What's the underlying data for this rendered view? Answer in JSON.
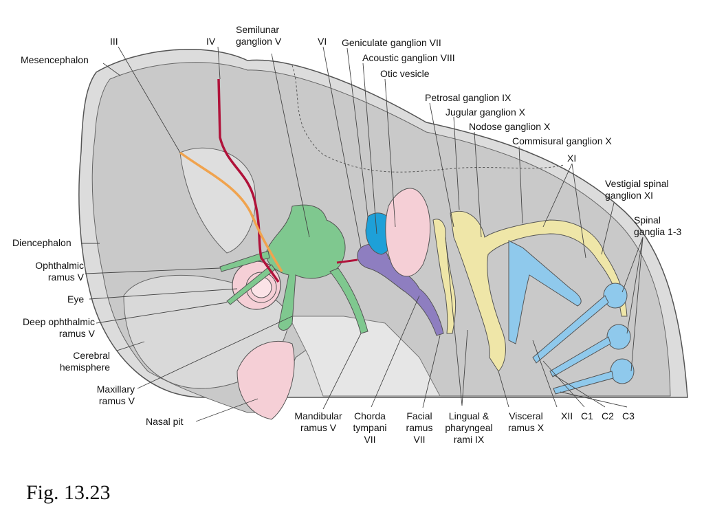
{
  "figure": {
    "caption": "Fig. 13.23",
    "colors": {
      "background_region": "#c9c9c9",
      "outer_rim": "#dcdcdc",
      "trigeminal_green": "#7fc88f",
      "facial_purple": "#8e7ec0",
      "acoustic_blue": "#1ea0d8",
      "otic_pink": "#f5cfd6",
      "vagus_yellow": "#efe6a8",
      "spinal_blue": "#8fc9ec",
      "cn_IV_red": "#b0123a",
      "cn_III_orange": "#f0a34e"
    },
    "labels": {
      "III": "III",
      "IV": "IV",
      "semilunar": "Semilunar\nganglion V",
      "VI": "VI",
      "geniculate": "Geniculate ganglion VII",
      "acoustic": "Acoustic ganglion VIII",
      "otic": "Otic vesicle",
      "petrosal": "Petrosal ganglion IX",
      "jugular": "Jugular ganglion X",
      "nodose": "Nodose ganglion X",
      "commisural": "Commisural ganglion X",
      "XI": "XI",
      "vestigial": "Vestigial spinal\nganglion XI",
      "spinal": "Spinal\nganglia 1-3",
      "mesencephalon": "Mesencephalon",
      "diencephalon": "Diencephalon",
      "ophthalmic": "Ophthalmic\nramus V",
      "eye": "Eye",
      "deep_ophthalmic": "Deep ophthalmic\nramus V",
      "cerebral": "Cerebral\nhemisphere",
      "maxillary": "Maxillary\nramus V",
      "nasal": "Nasal pit",
      "mandibular": "Mandibular\nramus V",
      "chorda": "Chorda\ntympani\nVII",
      "facial": "Facial\nramus\nVII",
      "lingual": "Lingual &\npharyngeal\nrami IX",
      "visceral": "Visceral\nramus X",
      "XII": "XII",
      "C1": "C1",
      "C2": "C2",
      "C3": "C3"
    }
  }
}
